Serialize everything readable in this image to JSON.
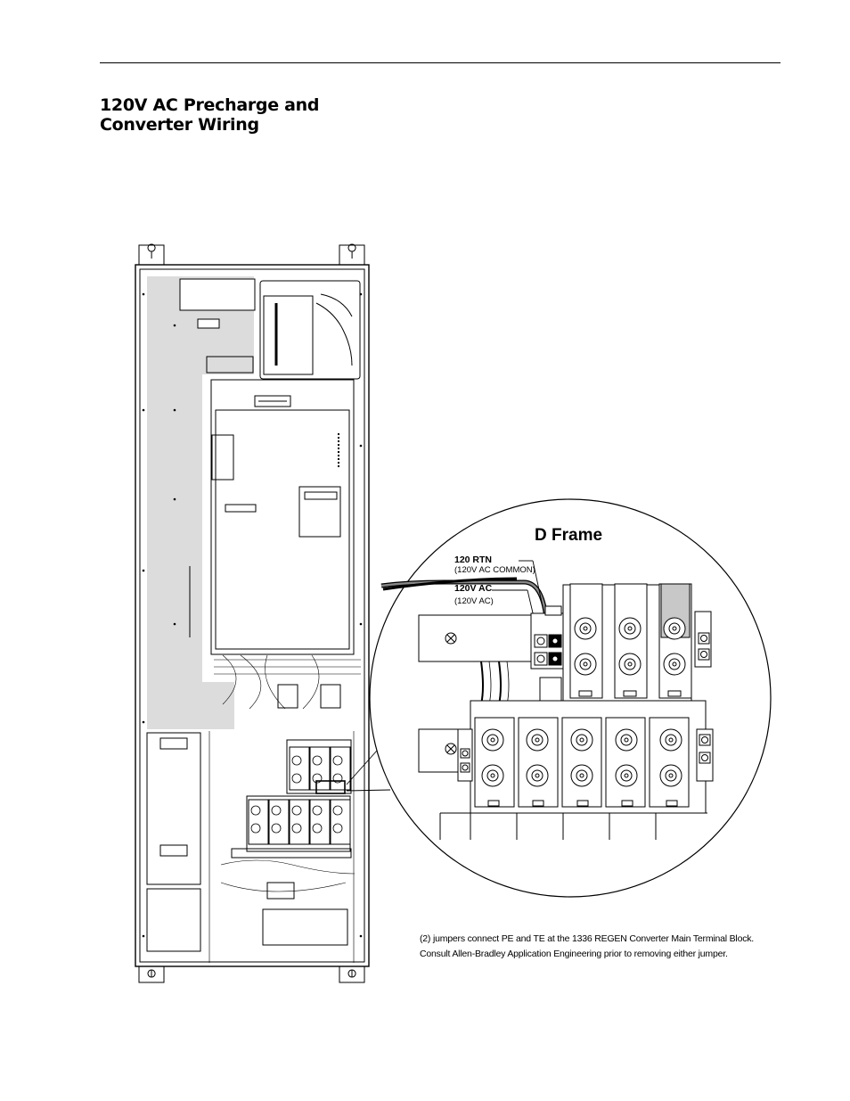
{
  "page": {
    "title_line1": "120V AC Precharge and",
    "title_line2": "Converter Wiring"
  },
  "figure": {
    "frame_label": "D Frame",
    "wire1_label": "120 RTN",
    "wire1_sublabel": "(120V AC COMMON)",
    "wire2_label": "120V AC",
    "wire2_sublabel": "(120V AC)",
    "ground_symbol": "⏚"
  },
  "footnote": {
    "line1": "(2) jumpers connect PE and TE at the 1336 REGEN Converter Main Terminal Block.",
    "line2": "Consult Allen-Bradley Application Engineering prior to removing either jumper."
  }
}
